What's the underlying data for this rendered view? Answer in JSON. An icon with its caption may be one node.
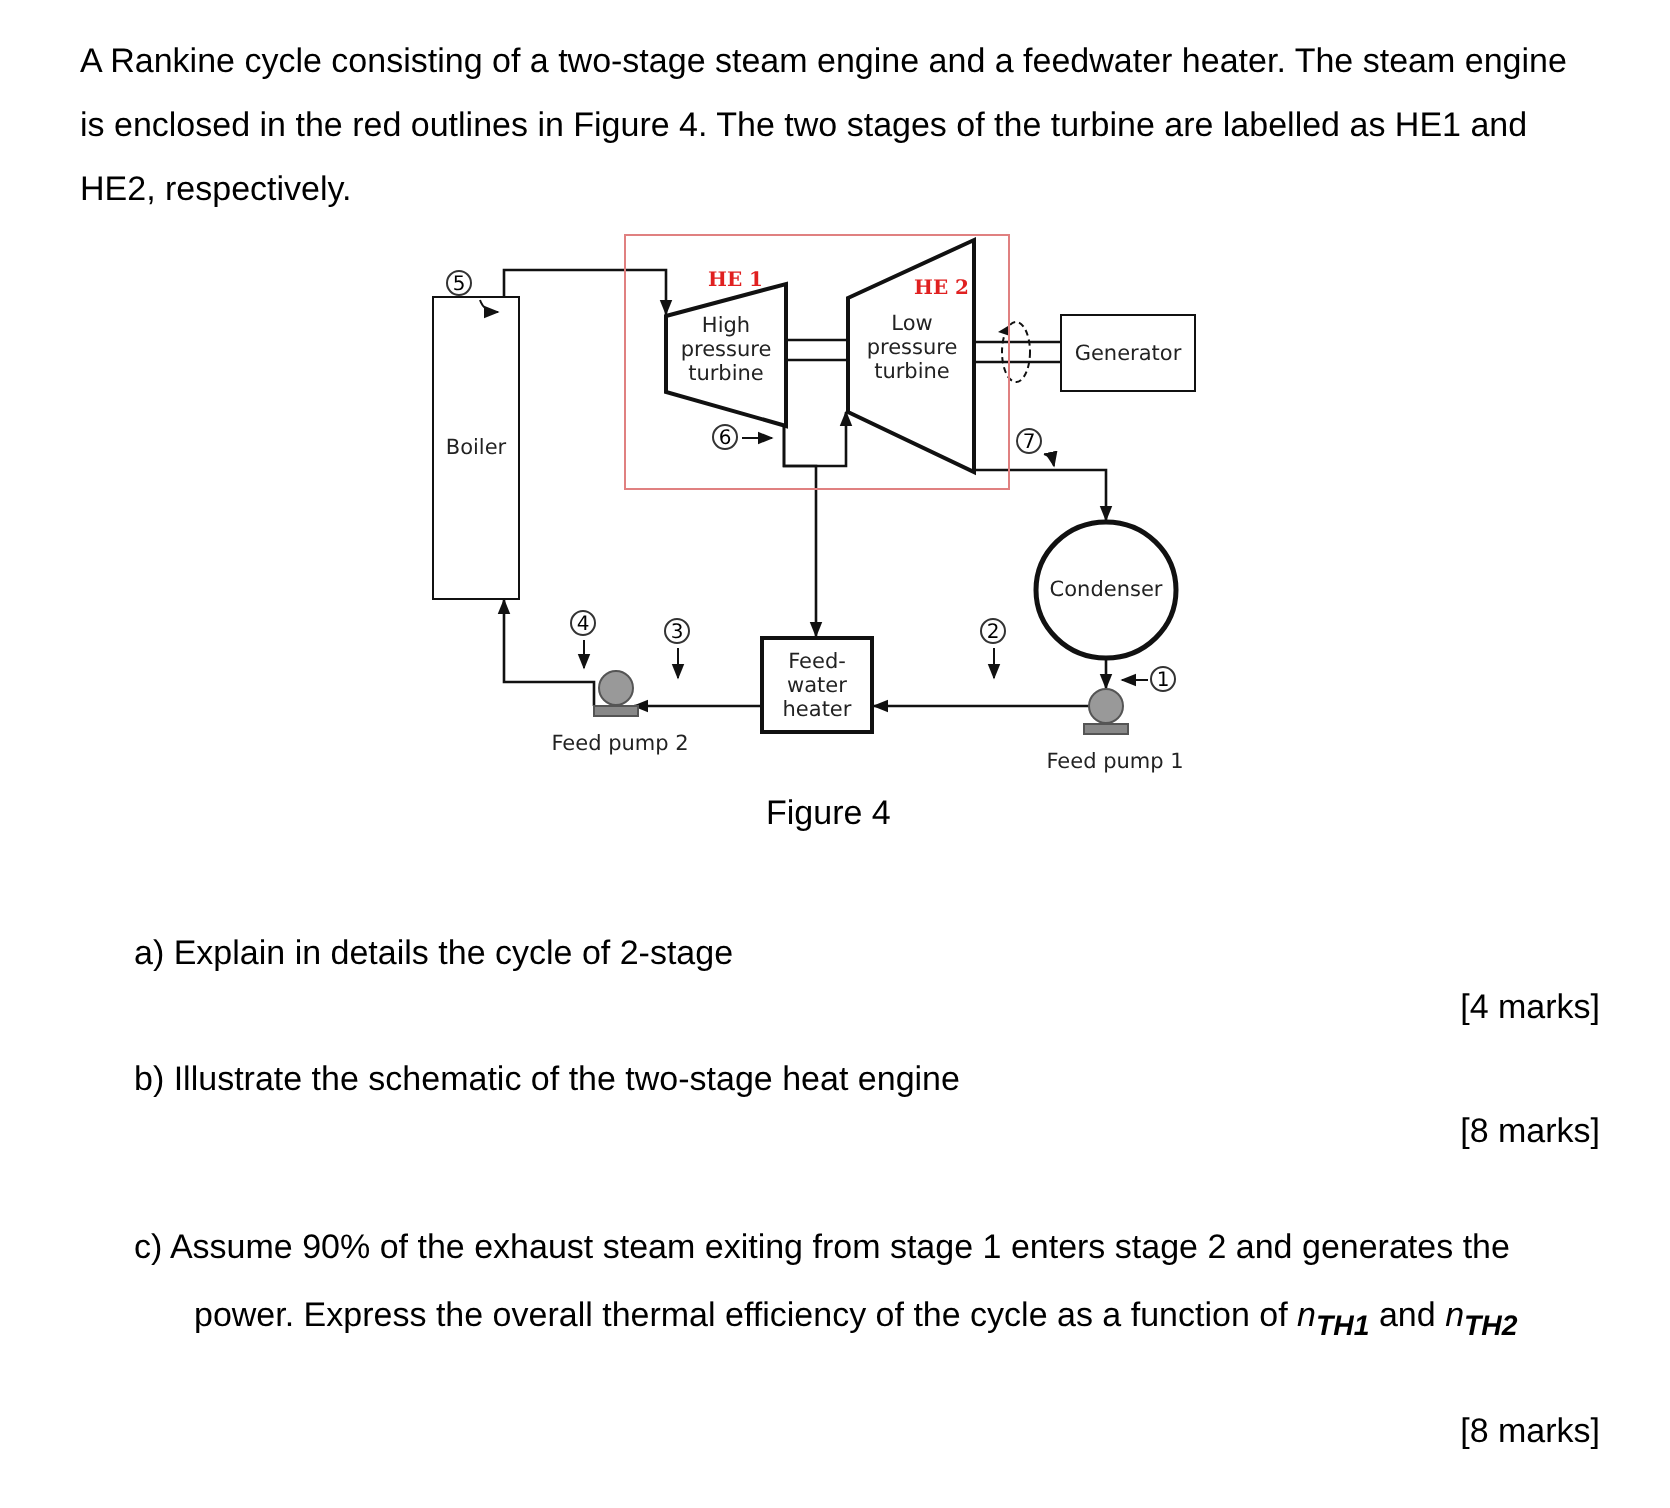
{
  "diagram": {
    "caption": "Figure 4",
    "nodes": [
      {
        "text": [
          "Boiler"
        ]
      },
      {
        "text": [],
        "shape": "box"
      },
      {
        "text": [
          "HE 1",
          "High pressure turbine"
        ],
        "in": 1
      },
      {
        "text": [
          "HE 2",
          "Low pressure turbine"
        ],
        "in": 1
      },
      {
        "text": [
          "Generator"
        ]
      },
      {
        "text": [
          "Condenser"
        ]
      },
      {
        "text": [
          "Feed pump 1"
        ]
      },
      {
        "text": [
          "Feed-water heater"
        ]
      },
      {
        "text": [
          "Feed pump 2"
        ]
      }
    ],
    "edges": [
      {
        "from": 0,
        "to": 2,
        "arrow": "to"
      },
      {
        "from": 2,
        "to": 3,
        "arrow": "to"
      },
      {
        "from": 2,
        "to": 7,
        "arrow": "to"
      },
      {
        "from": 3,
        "to": 5,
        "arrow": "to"
      },
      {
        "from": 5,
        "to": 6,
        "arrow": "to"
      },
      {
        "from": 6,
        "to": 7,
        "arrow": "to"
      },
      {
        "from": 7,
        "to": 8,
        "arrow": "to"
      },
      {
        "from": 8,
        "to": 0,
        "arrow": "to"
      },
      {
        "from": 2,
        "to": 3,
        "arrow": "none"
      },
      {
        "from": 3,
        "to": 4,
        "arrow": "none"
      }
    ],
    "labels": [
      "A Rankine cycle consisting of a two-stage steam engine and a feedwater heater. The steam engine is enclosed in the red outlines in Figure 4. The two stages of the turbine are labelled as HE1 and HE2, respectively.",
      "5",
      "6",
      "7",
      "4",
      "3",
      "2",
      "1",
      "a) Explain in details the cycle of 2-stage",
      "[4 marks]",
      "b) Illustrate the schematic of the two-stage heat engine",
      "[8 marks]",
      "c) Assume 90% of the exhaust steam exiting from stage 1 enters stage 2 and generates the power. Express the overall thermal efficiency of the cycle as a function of *n*$_{TH1}$ and *n*$_{TH2}$",
      "[8 marks]"
    ]
  }
}
